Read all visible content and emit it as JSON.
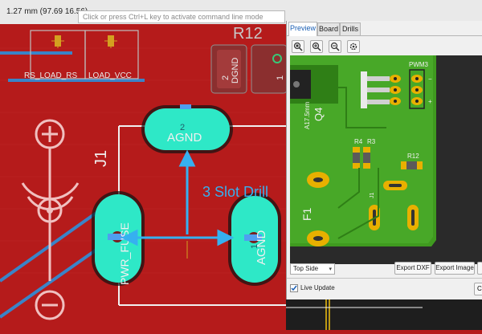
{
  "statusbar": {
    "coordinates": "1.27 mm (97.69 16.56)",
    "command_placeholder": "Click or press Ctrl+L key to activate command line mode"
  },
  "canvas": {
    "labels": {
      "r12": "R12",
      "load_rs": "RS_LOAD_RS",
      "load_vcc": "LOAD_VCC",
      "dgnd_num": "2",
      "dgnd": "DGND",
      "pad_one": "1",
      "j1": "J1",
      "agnd_top_num": "2",
      "agnd_top": "AGND",
      "agnd_right_num": "1",
      "agnd_right": "AGND",
      "pwrfuse": "PWR_FUSE",
      "slot_drill": "3 Slot Drill"
    }
  },
  "panel": {
    "tabs": [
      {
        "label": "Preview",
        "active": true
      },
      {
        "label": "Board",
        "active": false
      },
      {
        "label": "Drills",
        "active": false
      }
    ],
    "toolbar_icons": [
      "zoom-fit-icon",
      "zoom-in-icon",
      "zoom-out-icon",
      "settings-icon"
    ],
    "preview_labels": {
      "pwm": "PWM3",
      "minus": "−",
      "plus": "+",
      "q4": "Q4",
      "q4_sub": "A17.5mm",
      "r4": "R4",
      "r3": "R3",
      "r12": "R12",
      "j1": "J1",
      "f1": "F1"
    },
    "side_select": "Top Side",
    "export_dxf": "Export DXF",
    "export_image": "Export Image",
    "live_update": "Live Update",
    "close": "C"
  },
  "colors": {
    "board_red": "#b51b1b",
    "pad_cyan": "#2ee8c7",
    "arrow_blue": "#36b0f0",
    "silk_white": "#f0f0f0",
    "preview_green": "#3f9a1f",
    "preview_gold": "#e8b000"
  }
}
